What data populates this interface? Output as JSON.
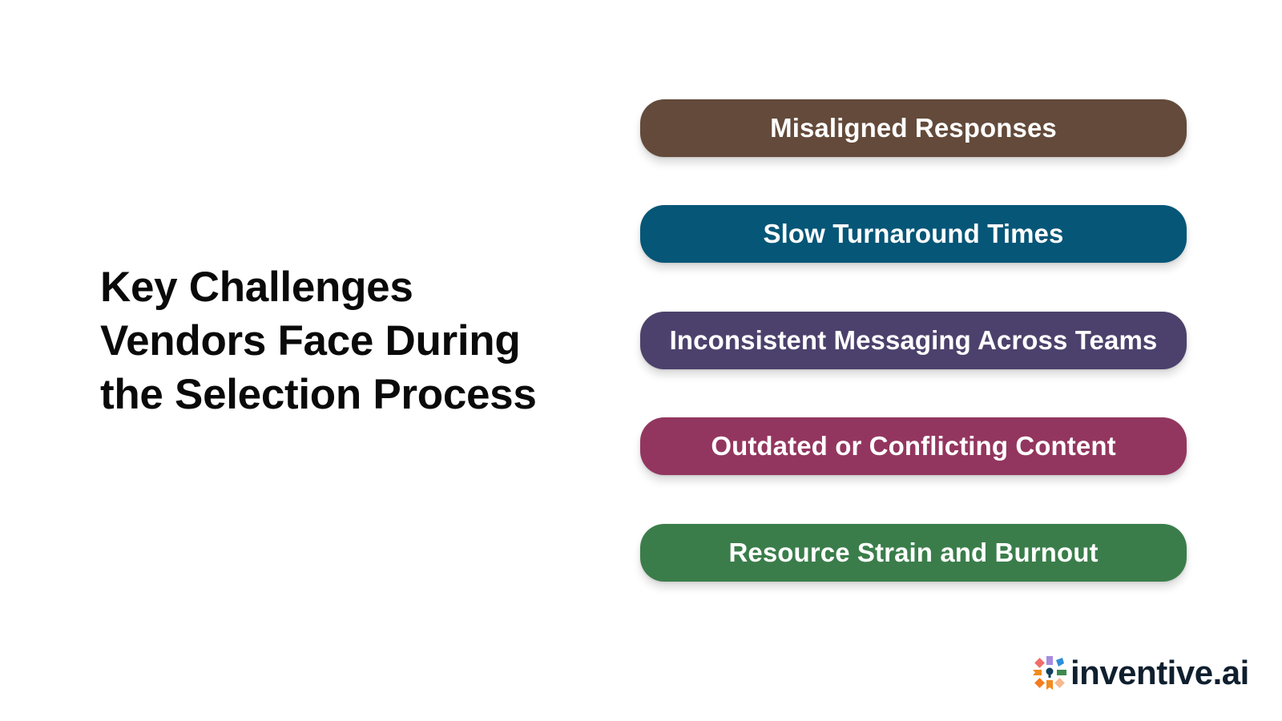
{
  "title": {
    "lines": [
      "Key Challenges",
      "Vendors Face During",
      "the Selection Process"
    ]
  },
  "challenges": [
    {
      "label": "Misaligned Responses",
      "color": "#634a3a"
    },
    {
      "label": "Slow Turnaround Times",
      "color": "#055677"
    },
    {
      "label": "Inconsistent Messaging Across Teams",
      "color": "#4c416c"
    },
    {
      "label": "Outdated or Conflicting Content",
      "color": "#93365f"
    },
    {
      "label": "Resource Strain and Burnout",
      "color": "#3a7d4a"
    }
  ],
  "logo": {
    "text": "inventive.ai",
    "icon": "inventive-starburst-logo-icon",
    "mark_colors": [
      "#ef6e6a",
      "#a78be0",
      "#2f8fd6",
      "#3c8a4f",
      "#f7b98e",
      "#f28b1f",
      "#f57c1f",
      "#11405c"
    ]
  }
}
